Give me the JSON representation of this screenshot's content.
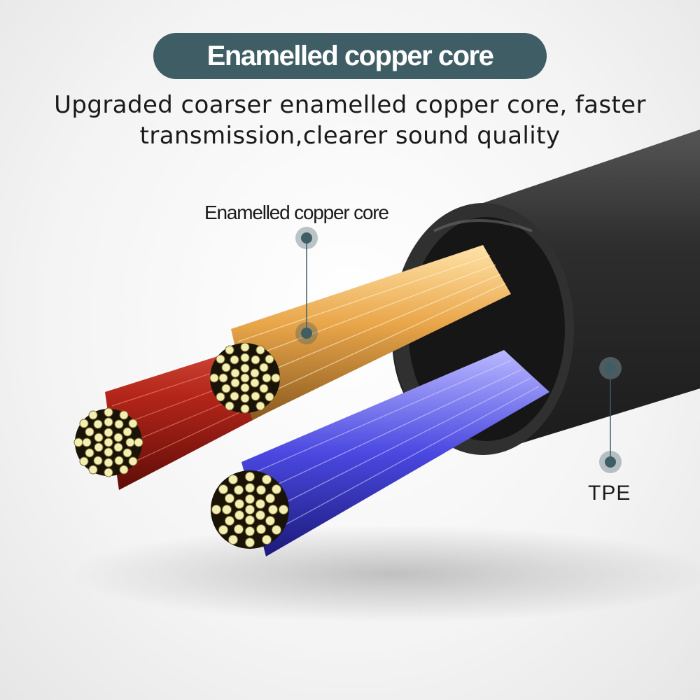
{
  "header": {
    "title": "Enamelled copper core",
    "subtitle_line1": "Upgraded coarser enamelled copper core, faster",
    "subtitle_line2": "transmission,clearer sound quality"
  },
  "callouts": {
    "core_label": "Enamelled copper core",
    "jacket_label": "TPE"
  },
  "colors": {
    "pill": "#3f5d65",
    "jacket": "#2b2b2b",
    "wire_red": "#c0281c",
    "wire_gold": "#e9a64a",
    "wire_blue": "#4a48e0",
    "strand_end": "#f3efb4",
    "callout_dot": "#3f5d65"
  }
}
